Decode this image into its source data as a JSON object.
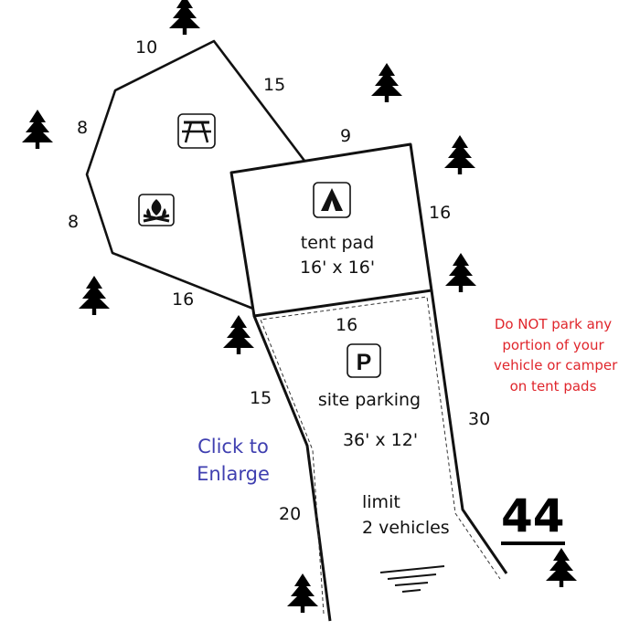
{
  "site": {
    "number": "44",
    "link_text": [
      "Click to",
      "Enlarge"
    ],
    "warning_lines": [
      "Do NOT park any",
      "portion of your",
      "vehicle or camper",
      "on tent pads"
    ]
  },
  "tent_pad": {
    "label": "tent pad",
    "size": "16' x 16'"
  },
  "parking": {
    "label": "site parking",
    "size": "36' x 12'",
    "limit_lines": [
      "limit",
      "2 vehicles"
    ]
  },
  "dimensions": {
    "picnic_top": "10",
    "picnic_right_upper": "15",
    "picnic_left_upper": "8",
    "picnic_left_lower": "8",
    "picnic_bottom": "16",
    "tent_top": "9",
    "tent_right": "16",
    "parking_top": "16",
    "parking_left_upper": "15",
    "parking_left_lower": "20",
    "parking_right": "30"
  },
  "icons": [
    "picnic-table-icon",
    "campfire-icon",
    "tent-icon",
    "parking-icon",
    "tree-icon"
  ],
  "colors": {
    "warning": "#e0262c",
    "link": "#3f3fb0",
    "lines": "#111111"
  }
}
